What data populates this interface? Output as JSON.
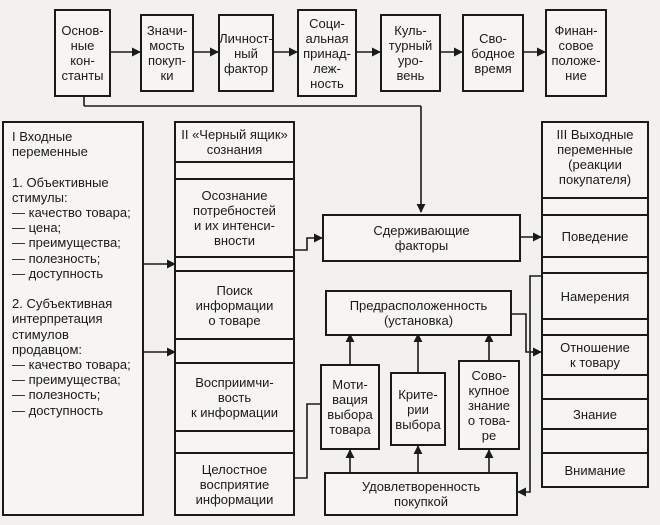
{
  "top_factors": [
    "Основ-\nные\nкон-\nстанты",
    "Значи-\nмость\nпокуп-\nки",
    "Личност-\nный\nфактор",
    "Соци-\nальная\nпринад-\nлеж-\nность",
    "Куль-\nтурный\nуро-\nвень",
    "Сво-\nбодное\nвремя",
    "Финан-\nсовое\nположе-\nние"
  ],
  "inputs": {
    "text": "I Входные\nпеременные\n\n1. Объективные\nстимулы:\n— качество товара;\n— цена;\n— преимущества;\n— полезность;\n— доступность\n\n2. Субъективная\nинтерпретация\nстимулов\nпродавцом:\n— качество товара;\n— преимущества;\n— полезность;\n— доступность"
  },
  "black_box": {
    "title": "II «Черный ящик»\nсознания",
    "stages": [
      "Осознание\nпотребностей\nи их интенси-\nвности",
      "Поиск\nинформации\nо товаре",
      "Восприимчи-\nвость\nк информации",
      "Целостное\nвосприятие\nинформации"
    ]
  },
  "center": {
    "restraining": "Сдерживающие\nфакторы",
    "predisposition": "Предрасположенность\n(установка)",
    "motivation": "Моти-\nвация\nвыбора\nтовара",
    "criteria": "Крите-\nрии\nвыбора",
    "knowledge": "Сово-\nкупное\nзнание\nо това-\nре",
    "satisfaction": "Удовлетворенность\nпокупкой"
  },
  "outputs": {
    "title": "III Выходные\nпеременные\n(реакции\nпокупателя)",
    "stages": [
      "Поведение",
      "Намерения",
      "Отношение\nк товару",
      "Знание",
      "Внимание"
    ]
  }
}
